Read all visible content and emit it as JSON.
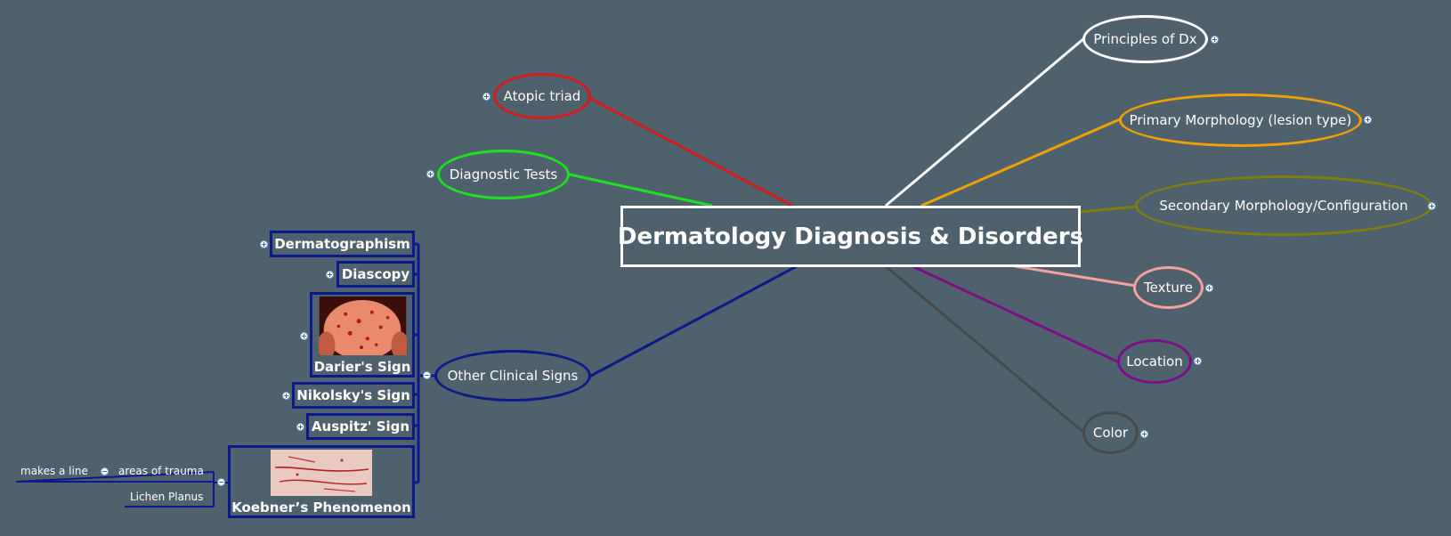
{
  "central": {
    "title": "Dermatology Diagnosis & Disorders"
  },
  "colors": {
    "background": "#4f616c",
    "atopic": "#d41c1c",
    "diagnostic": "#1fe01f",
    "clinical": "#0a1a8a",
    "principles": "#ffffff",
    "primary": "#f0a000",
    "secondary": "#7f7f10",
    "texture": "#f3a19f",
    "location": "#7a0f85",
    "color_topic": "#454a4c"
  },
  "topics": {
    "atopic_triad": "Atopic triad",
    "diagnostic_tests": "Diagnostic Tests",
    "other_clinical_signs": "Other Clinical Signs",
    "principles_of_dx": "Principles of Dx",
    "primary_morphology": "Primary Morphology (lesion type)",
    "secondary_morphology": "Secondary Morphology/Configuration",
    "texture": "Texture",
    "location": "Location",
    "color": "Color"
  },
  "signs": {
    "dermatographism": "Dermatographism",
    "diascopy": "Diascopy",
    "dariers_sign": "Darier's Sign",
    "nikolskys_sign": "Nikolsky's Sign",
    "auspitz_sign": "Auspitz' Sign",
    "koebners_phenomenon": "Koebner’s Phenomenon"
  },
  "koebner_children": {
    "areas_of_trauma": "areas of trauma",
    "makes_a_line": "makes a line",
    "lichen_planus": "Lichen Planus"
  },
  "toggles": {
    "collapsed": "+",
    "expanded": "−"
  }
}
